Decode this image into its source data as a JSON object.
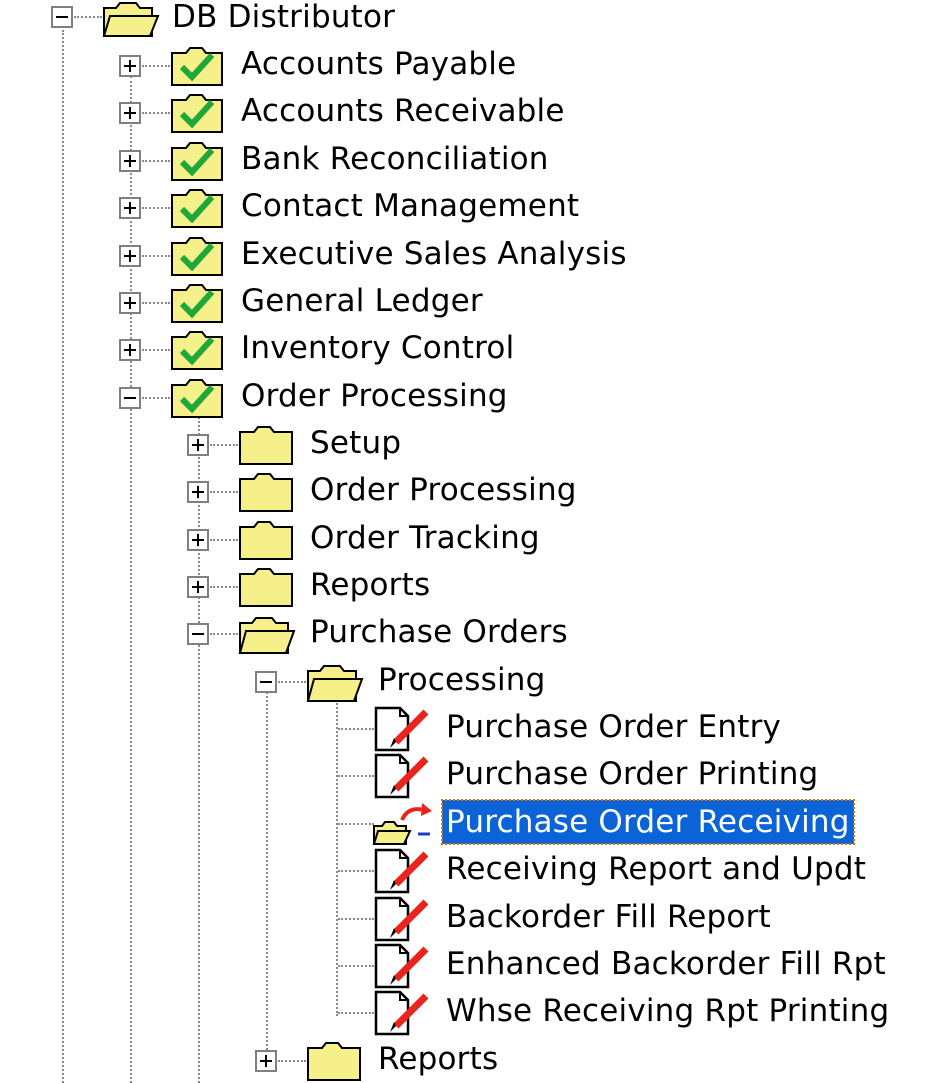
{
  "tree": {
    "root": {
      "label": "DB Distributor"
    },
    "modules": [
      {
        "label": "Accounts Payable"
      },
      {
        "label": "Accounts Receivable"
      },
      {
        "label": "Bank Reconciliation"
      },
      {
        "label": "Contact Management"
      },
      {
        "label": "Executive Sales Analysis"
      },
      {
        "label": "General Ledger"
      },
      {
        "label": "Inventory Control"
      },
      {
        "label": "Order Processing"
      }
    ],
    "order_processing_children": [
      {
        "label": "Setup"
      },
      {
        "label": "Order Processing"
      },
      {
        "label": "Order Tracking"
      },
      {
        "label": "Reports"
      },
      {
        "label": "Purchase Orders"
      }
    ],
    "purchase_orders_children": [
      {
        "label": "Processing"
      },
      {
        "label": "Reports"
      }
    ],
    "processing_items": [
      {
        "label": "Purchase Order Entry",
        "icon": "edit-document-icon"
      },
      {
        "label": "Purchase Order Printing",
        "icon": "edit-document-icon"
      },
      {
        "label": "Purchase Order Receiving",
        "icon": "folder-shortcut-icon",
        "selected": true
      },
      {
        "label": "Receiving Report and Updt",
        "icon": "edit-document-icon"
      },
      {
        "label": "Backorder Fill Report",
        "icon": "edit-document-icon"
      },
      {
        "label": "Enhanced Backorder Fill Rpt",
        "icon": "edit-document-icon"
      },
      {
        "label": "Whse Receiving Rpt Printing",
        "icon": "edit-document-icon"
      }
    ]
  },
  "colors": {
    "folder_fill": "#f6f08a",
    "check_green": "#1fa83a",
    "selection_bg": "#0a64d8",
    "pencil_red": "#e8241c"
  }
}
